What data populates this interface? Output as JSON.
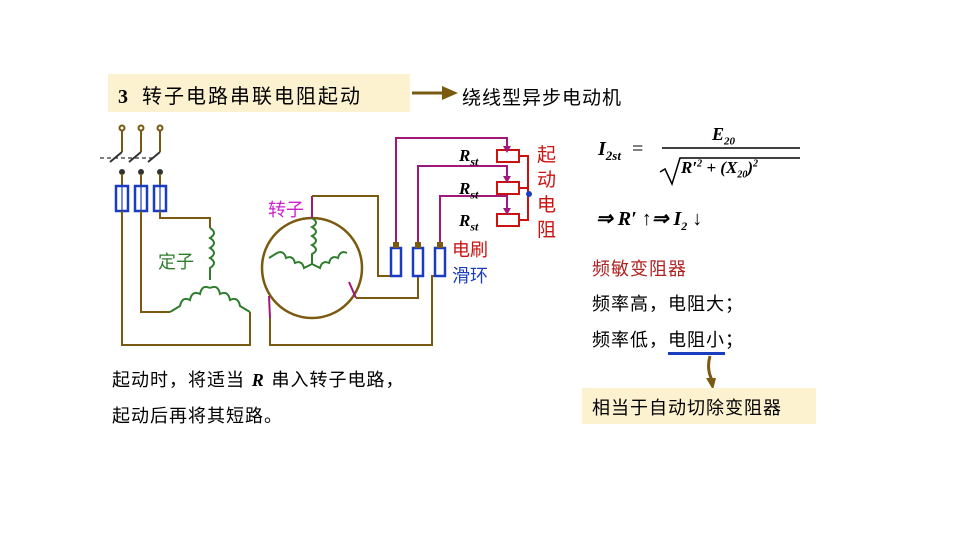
{
  "title": {
    "number": "3",
    "text": "转子电路串联电阻起动"
  },
  "subtitle": "绕线型异步电动机",
  "diagram": {
    "stator_label": "定子",
    "rotor_label": "转子",
    "resistor_label": "R",
    "resistor_sub": "st",
    "start_resistor_label": "起动电阻",
    "brush_label": "电刷",
    "slip_ring_label": "滑环"
  },
  "formula": {
    "lhs": "I",
    "lhs_sub": "2st",
    "eq": "=",
    "numerator": "E",
    "numerator_sub": "20",
    "denominator_r": "R′",
    "denominator_r_exp": "2",
    "denominator_plus": "+ (X",
    "denominator_x_sub": "20",
    "denominator_close": ")",
    "denominator_exp": "2",
    "implication": "⇒ R′ ↑⇒ I",
    "implication_sub": "2",
    "implication_end": "↓"
  },
  "text": {
    "freq_heading": "频敏变阻器",
    "freq_high_prefix": "频率高，",
    "freq_high_value": "电阻大；",
    "freq_low_prefix": "频率低，",
    "freq_low_value": "电阻小",
    "freq_low_end": "；",
    "start_line1_prefix": "起动时，将适当 ",
    "start_line1_r": "R",
    "start_line1_suffix": " 串入转子电路，",
    "start_line2": "起动后再将其短路。",
    "note": "相当于自动切除变阻器"
  },
  "colors": {
    "wire": "#7a5a10",
    "coil": "#2d7d2d",
    "fuse": "#1a3dbf",
    "rotor_wire": "#a0187a",
    "resistor": "#cc1111",
    "title_bg": "#fdf2cf"
  }
}
